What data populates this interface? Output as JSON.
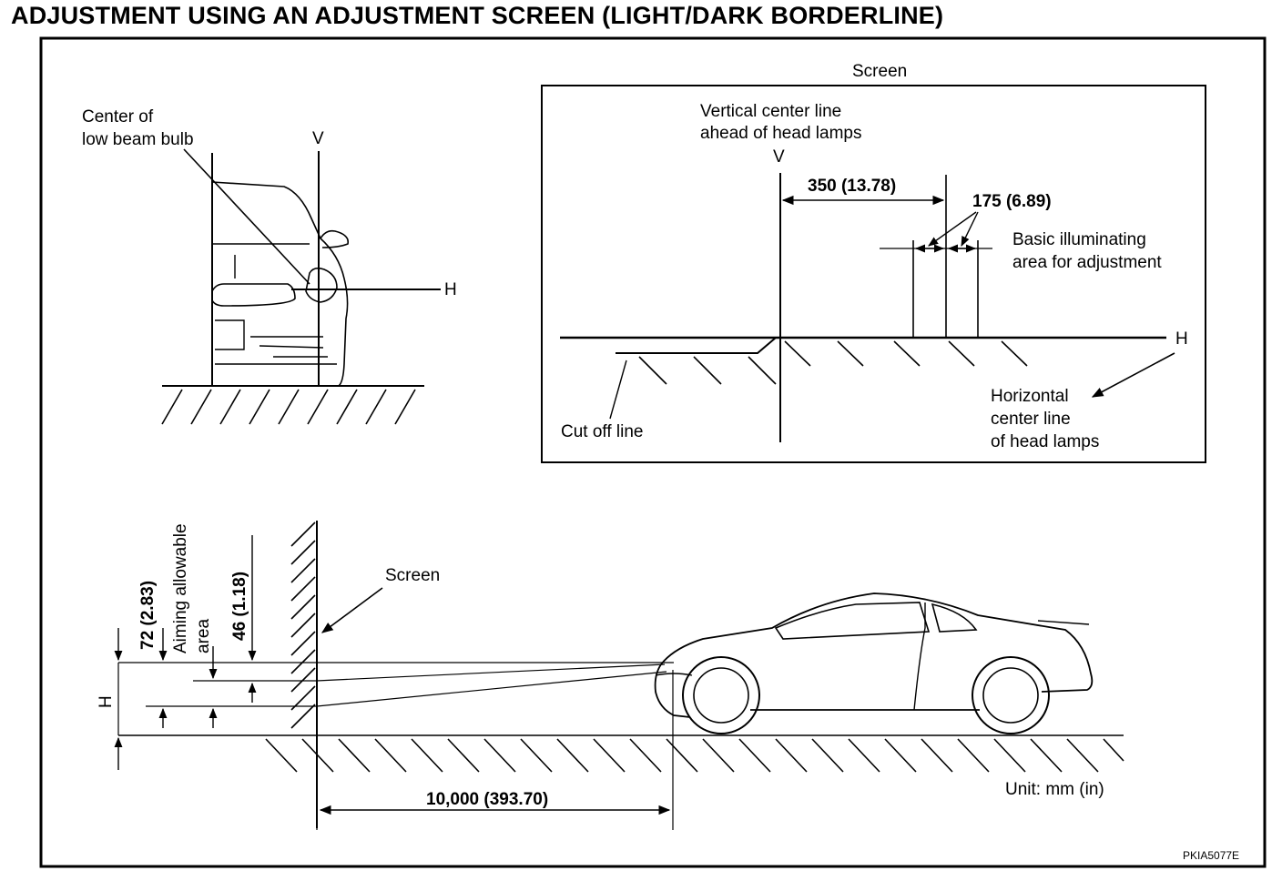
{
  "title": "ADJUSTMENT USING AN ADJUSTMENT SCREEN (LIGHT/DARK BORDERLINE)",
  "front_view": {
    "bulb_label_1": "Center of",
    "bulb_label_2": "low beam bulb",
    "v_label": "V",
    "h_label": "H"
  },
  "screen_panel": {
    "heading": "Screen",
    "vcl_1": "Vertical center line",
    "vcl_2": "ahead of head lamps",
    "v_label": "V",
    "dim_350": "350  (13.78)",
    "dim_175": "175  (6.89)",
    "basic_1": "Basic illuminating",
    "basic_2": "area for adjustment",
    "h_label": "H",
    "hcl_1": "Horizontal",
    "hcl_2": "center line",
    "hcl_3": "of head lamps",
    "cutoff": "Cut off line"
  },
  "side_view": {
    "dim_72": "72  (2.83)",
    "aim_1": "Aiming allowable",
    "aim_2": "area",
    "dim_46": "46  (1.18)",
    "h_label": "H",
    "screen_label": "Screen",
    "distance": "10,000  (393.70)",
    "unit": "Unit:  mm  (in)"
  },
  "figure_code": "PKIA5077E"
}
